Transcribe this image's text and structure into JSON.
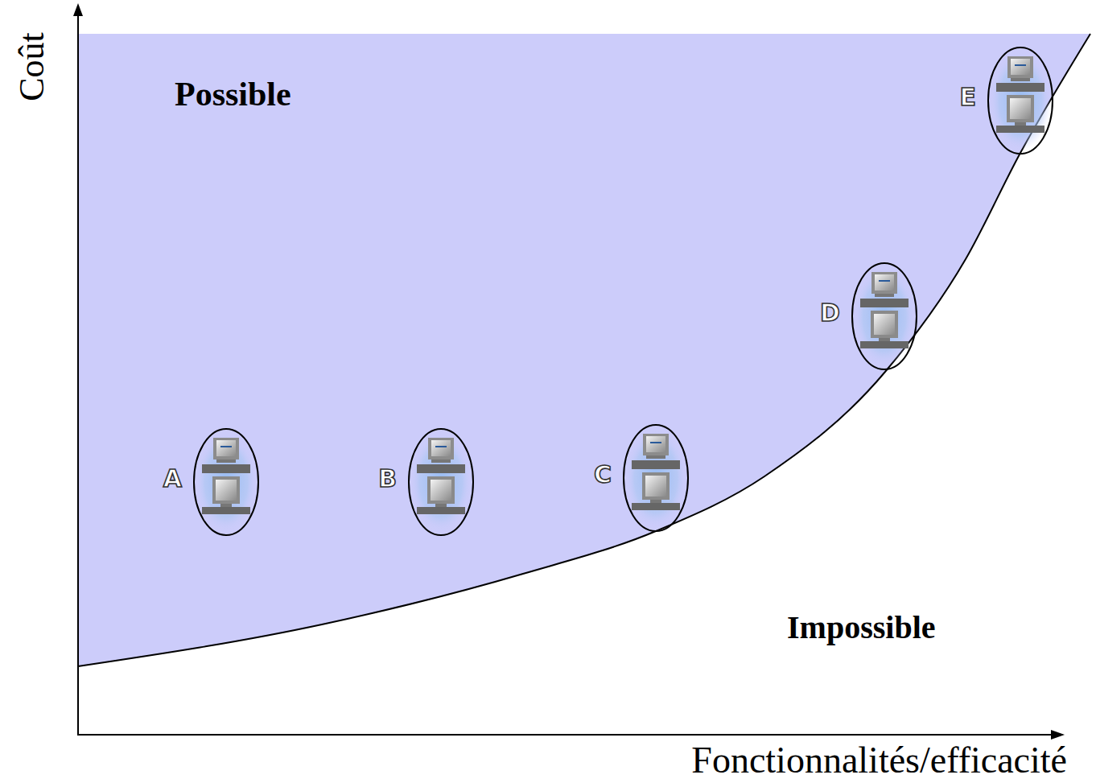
{
  "diagram": {
    "nodes": [
      {
        "text": [
          "A"
        ]
      },
      {
        "text": [
          "B"
        ]
      },
      {
        "text": [
          "C"
        ]
      },
      {
        "text": [
          "D"
        ]
      },
      {
        "text": [
          "E"
        ]
      }
    ],
    "labels": [
      "Coût",
      "Possible",
      "Impossible",
      "Fonctionnalités/efficacité"
    ]
  }
}
